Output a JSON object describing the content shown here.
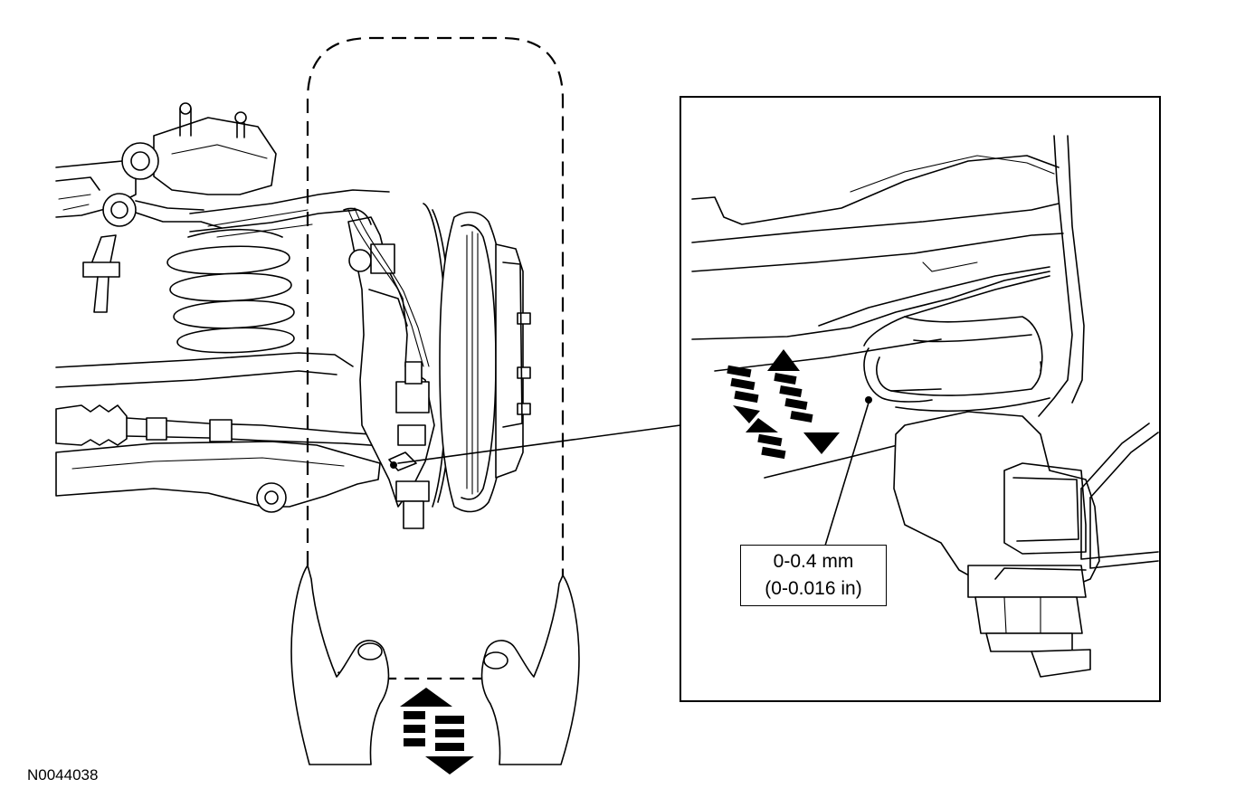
{
  "figure_id": "N0044038",
  "callout": {
    "line1": "0-0.4 mm",
    "line2": "(0-0.016 in)"
  },
  "icons": [
    "up-down-motion-arrow-icon",
    "hands-icon",
    "suspension-assembly-icon",
    "ball-joint-detail-icon"
  ]
}
